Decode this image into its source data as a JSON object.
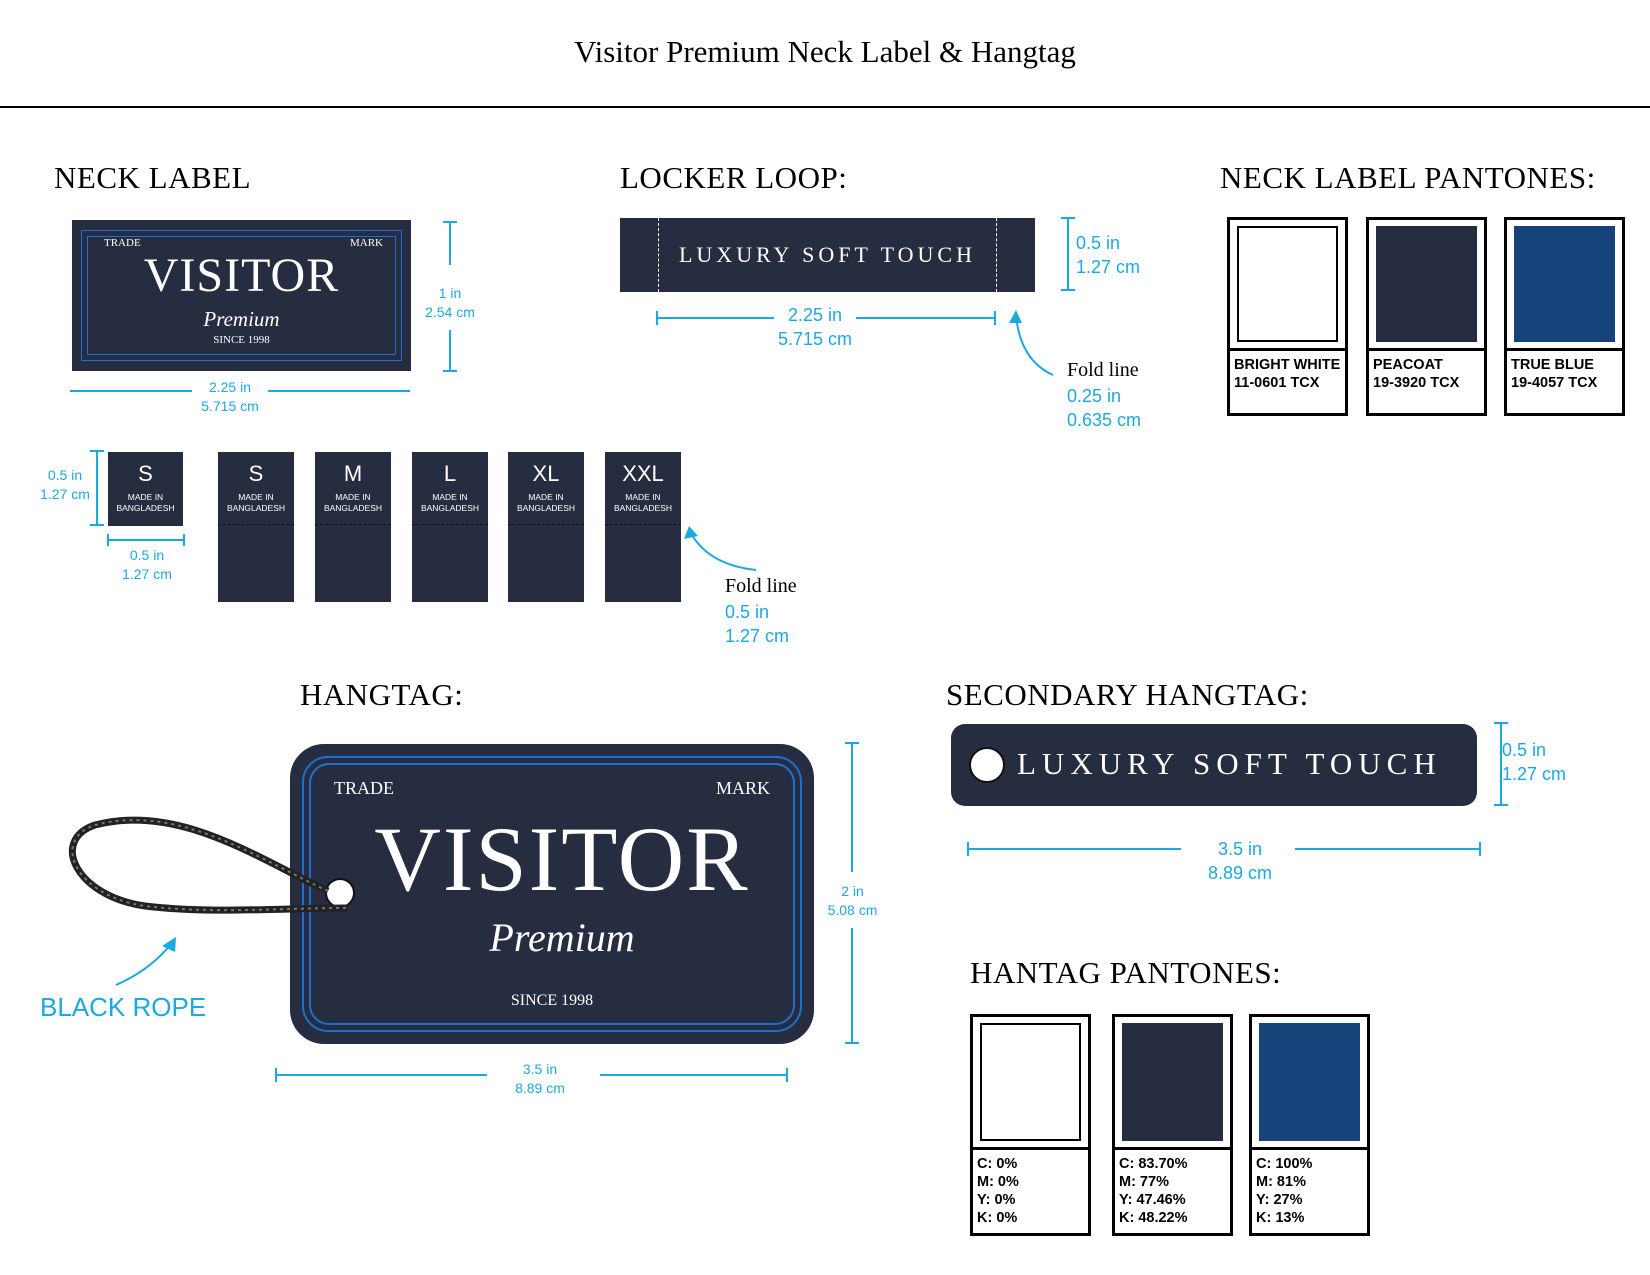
{
  "title": "Visitor Premium Neck Label & Hangtag",
  "colors": {
    "navy": "#272d41",
    "blue_line": "#1f6fd1",
    "dimension": "#1ba9e1",
    "true_blue": "#16437a"
  },
  "neck_label": {
    "heading": "NECK LABEL",
    "trade": "TRADE",
    "mark": "MARK",
    "brand": "VISITOR",
    "script": "Premium",
    "since": "SINCE 1998",
    "height_in": "1  in",
    "height_cm": "2.54 cm",
    "width_in": "2.25  in",
    "width_cm": "5.715 cm"
  },
  "locker_loop": {
    "heading": "LOCKER LOOP:",
    "text": "LUXURY SOFT TOUCH",
    "height_in": "0.5  in",
    "height_cm": "1.27 cm",
    "width_in": "2.25  in",
    "width_cm": "5.715 cm",
    "fold_label": "Fold line",
    "fold_in": "0.25 in",
    "fold_cm": "0.635 cm"
  },
  "neck_pantones": {
    "heading": "NECK LABEL PANTONES:",
    "items": [
      {
        "name": "BRIGHT WHITE",
        "code": "11-0601 TCX",
        "color": "#ffffff"
      },
      {
        "name": "PEACOAT",
        "code": "19-3920 TCX",
        "color": "#272d41"
      },
      {
        "name": "TRUE BLUE",
        "code": "19-4057 TCX",
        "color": "#16437a"
      }
    ]
  },
  "size_labels": {
    "single": {
      "size": "S",
      "made": "MADE IN",
      "country": "BANGLADESH"
    },
    "height_in": "0.5  in",
    "height_cm": "1.27 cm",
    "width_in": "0.5  in",
    "width_cm": "1.27 cm",
    "sizes": [
      "S",
      "M",
      "L",
      "XL",
      "XXL"
    ],
    "made": "MADE IN",
    "country": "BANGLADESH",
    "fold_label": "Fold line",
    "fold_in": "0.5 in",
    "fold_cm": "1.27 cm"
  },
  "hangtag": {
    "heading": "HANGTAG:",
    "trade": "TRADE",
    "mark": "MARK",
    "brand": "VISITOR",
    "script": "Premium",
    "since": "SINCE 1998",
    "height_in": "2  in",
    "height_cm": "5.08 cm",
    "width_in": "3.5 in",
    "width_cm": "8.89 cm",
    "rope_label": "BLACK ROPE"
  },
  "secondary_hangtag": {
    "heading": "SECONDARY HANGTAG:",
    "text": "LUXURY SOFT TOUCH",
    "height_in": "0.5  in",
    "height_cm": "1.27 cm",
    "width_in": "3.5 in",
    "width_cm": "8.89 cm"
  },
  "hangtag_pantones": {
    "heading": "HANTAG PANTONES:",
    "items": [
      {
        "c": "C: 0%",
        "m": "M: 0%",
        "y": "Y: 0%",
        "k": "K: 0%",
        "color": "#ffffff"
      },
      {
        "c": "C: 83.70%",
        "m": "M: 77%",
        "y": "Y: 47.46%",
        "k": "K: 48.22%",
        "color": "#272d41"
      },
      {
        "c": "C: 100%",
        "m": "M: 81%",
        "y": "Y: 27%",
        "k": "K: 13%",
        "color": "#16437a"
      }
    ]
  }
}
